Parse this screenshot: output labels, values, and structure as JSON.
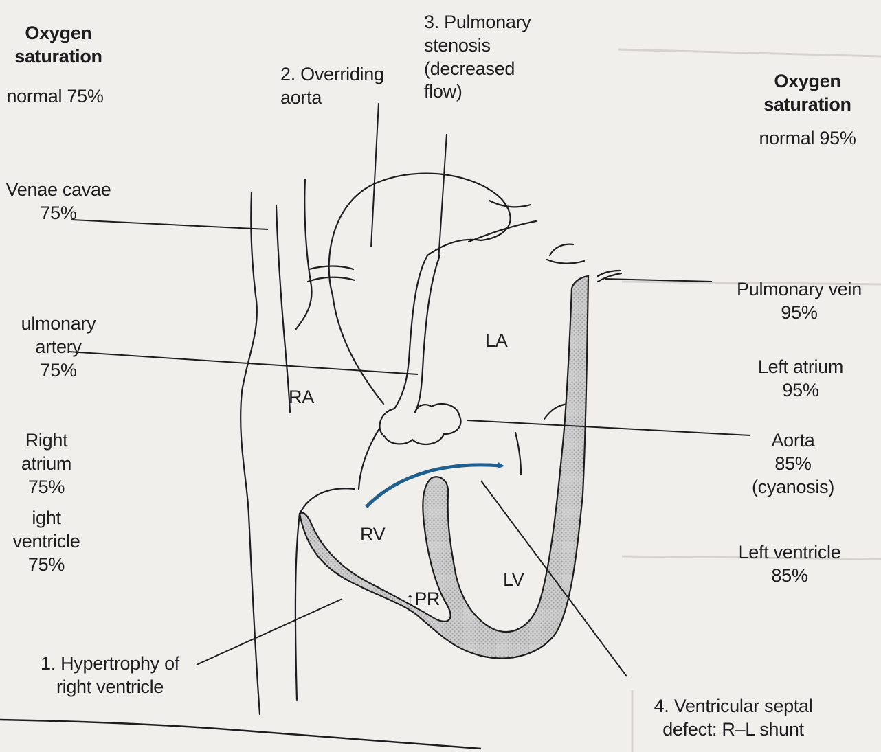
{
  "left_panel": {
    "heading": "Oxygen\nsaturation",
    "subheading": "normal 75%",
    "venae_cavae": "Venae cavae\n75%",
    "pulmonary_artery": "ulmonary artery\n75%",
    "right_atrium": "Right atrium\n75%",
    "right_ventricle": "ight ventricle\n75%"
  },
  "right_panel": {
    "heading": "Oxygen\nsaturation",
    "subheading": "normal 95%",
    "pulmonary_vein": "Pulmonary vein\n95%",
    "left_atrium": "Left atrium\n95%",
    "aorta": "Aorta\n85%\n(cyanosis)",
    "left_ventricle": "Left ventricle\n85%"
  },
  "defects": {
    "hypertrophy": "1. Hypertrophy of\nright ventricle",
    "overriding_aorta": "2. Overriding\naorta",
    "pulmonary_stenosis": "3. Pulmonary\nstenosis\n(decreased\nflow)",
    "vsd": "4. Ventricular septal\ndefect: R–L shunt"
  },
  "chambers": {
    "ra": "RA",
    "la": "LA",
    "rv": "RV",
    "lv": "LV",
    "pr": "↑PR"
  },
  "colors": {
    "shunt_arrow": "#1f5f8f",
    "myocardium_fill": "#c9c9c9",
    "outline": "#1d1d1f"
  }
}
